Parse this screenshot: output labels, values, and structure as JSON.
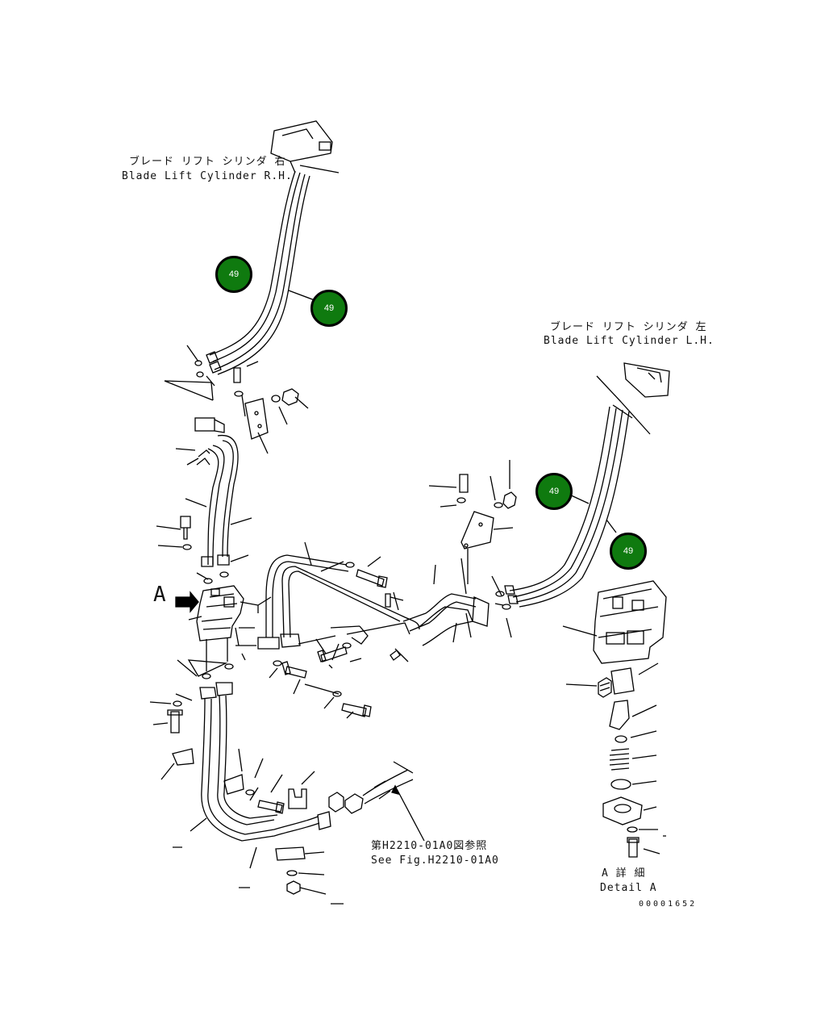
{
  "labels": {
    "rh_jp": "ブレード リフト シリンダ 右",
    "rh_en": "Blade Lift Cylinder R.H.",
    "lh_jp": "ブレード リフト シリンダ 左",
    "lh_en": "Blade Lift Cylinder L.H.",
    "view_a": "A",
    "ref_jp": "第H2210-01A0図参照",
    "ref_en": "See Fig.H2210-01A0",
    "detail_jp": "A 詳 細",
    "detail_en": "Detail A",
    "drawing_no": "00001652"
  },
  "callouts": [
    "49",
    "49",
    "49",
    "49"
  ],
  "colors": {
    "callout_fill": "#0f7a0f",
    "line": "#000000"
  }
}
